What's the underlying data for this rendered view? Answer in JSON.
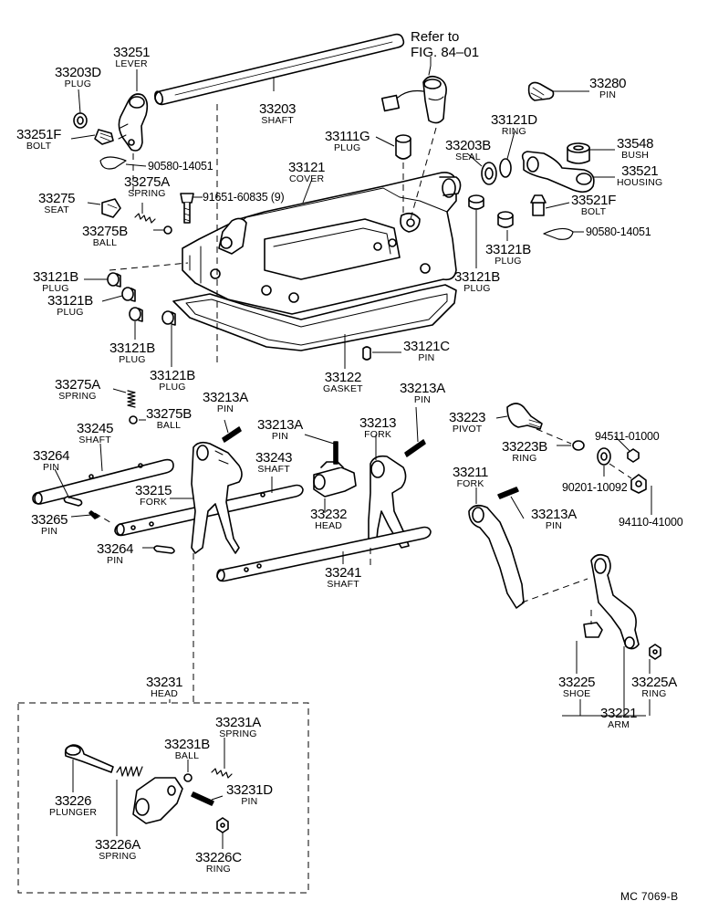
{
  "diagram": {
    "reference_line1": "Refer to",
    "reference_line2": "FIG. 84–01",
    "drawing_code": "MC 7069-B"
  },
  "parts": [
    {
      "id": "p01",
      "num": "33251",
      "name": "LEVER"
    },
    {
      "id": "p02",
      "num": "33203D",
      "name": "PLUG"
    },
    {
      "id": "p03",
      "num": "33203",
      "name": "SHAFT"
    },
    {
      "id": "p04",
      "num": "33251F",
      "name": "BOLT"
    },
    {
      "id": "p05",
      "num": "90580-14051",
      "name": ""
    },
    {
      "id": "p06",
      "num": "33121",
      "name": "COVER"
    },
    {
      "id": "p07",
      "num": "33111G",
      "name": "PLUG"
    },
    {
      "id": "p08",
      "num": "33121D",
      "name": "RING"
    },
    {
      "id": "p09",
      "num": "33203B",
      "name": "SEAL"
    },
    {
      "id": "p10",
      "num": "33280",
      "name": "PIN"
    },
    {
      "id": "p11",
      "num": "33548",
      "name": "BUSH"
    },
    {
      "id": "p12",
      "num": "33521",
      "name": "HOUSING"
    },
    {
      "id": "p13",
      "num": "33521F",
      "name": "BOLT"
    },
    {
      "id": "p14",
      "num": "90580-14051",
      "name": ""
    },
    {
      "id": "p15",
      "num": "33275A",
      "name": "SPRING"
    },
    {
      "id": "p16",
      "num": "33275",
      "name": "SEAT"
    },
    {
      "id": "p17",
      "num": "91651-60835 (9)",
      "name": ""
    },
    {
      "id": "p18",
      "num": "33275B",
      "name": "BALL"
    },
    {
      "id": "p19",
      "num": "33121B",
      "name": "PLUG"
    },
    {
      "id": "p20",
      "num": "33121B",
      "name": "PLUG"
    },
    {
      "id": "p21",
      "num": "33121B",
      "name": "PLUG"
    },
    {
      "id": "p22",
      "num": "33121B",
      "name": "PLUG"
    },
    {
      "id": "p23",
      "num": "33121B",
      "name": "PLUG"
    },
    {
      "id": "p24",
      "num": "33121B",
      "name": "PLUG"
    },
    {
      "id": "p25",
      "num": "33121C",
      "name": "PIN"
    },
    {
      "id": "p26",
      "num": "33122",
      "name": "GASKET"
    },
    {
      "id": "p27",
      "num": "33275A",
      "name": "SPRING"
    },
    {
      "id": "p28",
      "num": "33275B",
      "name": "BALL"
    },
    {
      "id": "p29",
      "num": "33213A",
      "name": "PIN"
    },
    {
      "id": "p30",
      "num": "33213A",
      "name": "PIN"
    },
    {
      "id": "p31",
      "num": "33213A",
      "name": "PIN"
    },
    {
      "id": "p32",
      "num": "33213",
      "name": "FORK"
    },
    {
      "id": "p33",
      "num": "33223",
      "name": "PIVOT"
    },
    {
      "id": "p34",
      "num": "33245",
      "name": "SHAFT"
    },
    {
      "id": "p35",
      "num": "33243",
      "name": "SHAFT"
    },
    {
      "id": "p36",
      "num": "33264",
      "name": "PIN"
    },
    {
      "id": "p37",
      "num": "33215",
      "name": "FORK"
    },
    {
      "id": "p38",
      "num": "33232",
      "name": "HEAD"
    },
    {
      "id": "p39",
      "num": "33223B",
      "name": "RING"
    },
    {
      "id": "p40",
      "num": "94511-01000",
      "name": ""
    },
    {
      "id": "p41",
      "num": "90201-10092",
      "name": ""
    },
    {
      "id": "p42",
      "num": "33211",
      "name": "FORK"
    },
    {
      "id": "p43",
      "num": "33265",
      "name": "PIN"
    },
    {
      "id": "p44",
      "num": "33213A",
      "name": "PIN"
    },
    {
      "id": "p45",
      "num": "94110-41000",
      "name": ""
    },
    {
      "id": "p46",
      "num": "33264",
      "name": "PIN"
    },
    {
      "id": "p47",
      "num": "33241",
      "name": "SHAFT"
    },
    {
      "id": "p48",
      "num": "33231",
      "name": "HEAD"
    },
    {
      "id": "p49",
      "num": "33231A",
      "name": "SPRING"
    },
    {
      "id": "p50",
      "num": "33231B",
      "name": "BALL"
    },
    {
      "id": "p51",
      "num": "33231D",
      "name": "PIN"
    },
    {
      "id": "p52",
      "num": "33226",
      "name": "PLUNGER"
    },
    {
      "id": "p53",
      "num": "33226A",
      "name": "SPRING"
    },
    {
      "id": "p54",
      "num": "33226C",
      "name": "RING"
    },
    {
      "id": "p55",
      "num": "33225",
      "name": "SHOE"
    },
    {
      "id": "p56",
      "num": "33225A",
      "name": "RING"
    },
    {
      "id": "p57",
      "num": "33221",
      "name": "ARM"
    }
  ]
}
